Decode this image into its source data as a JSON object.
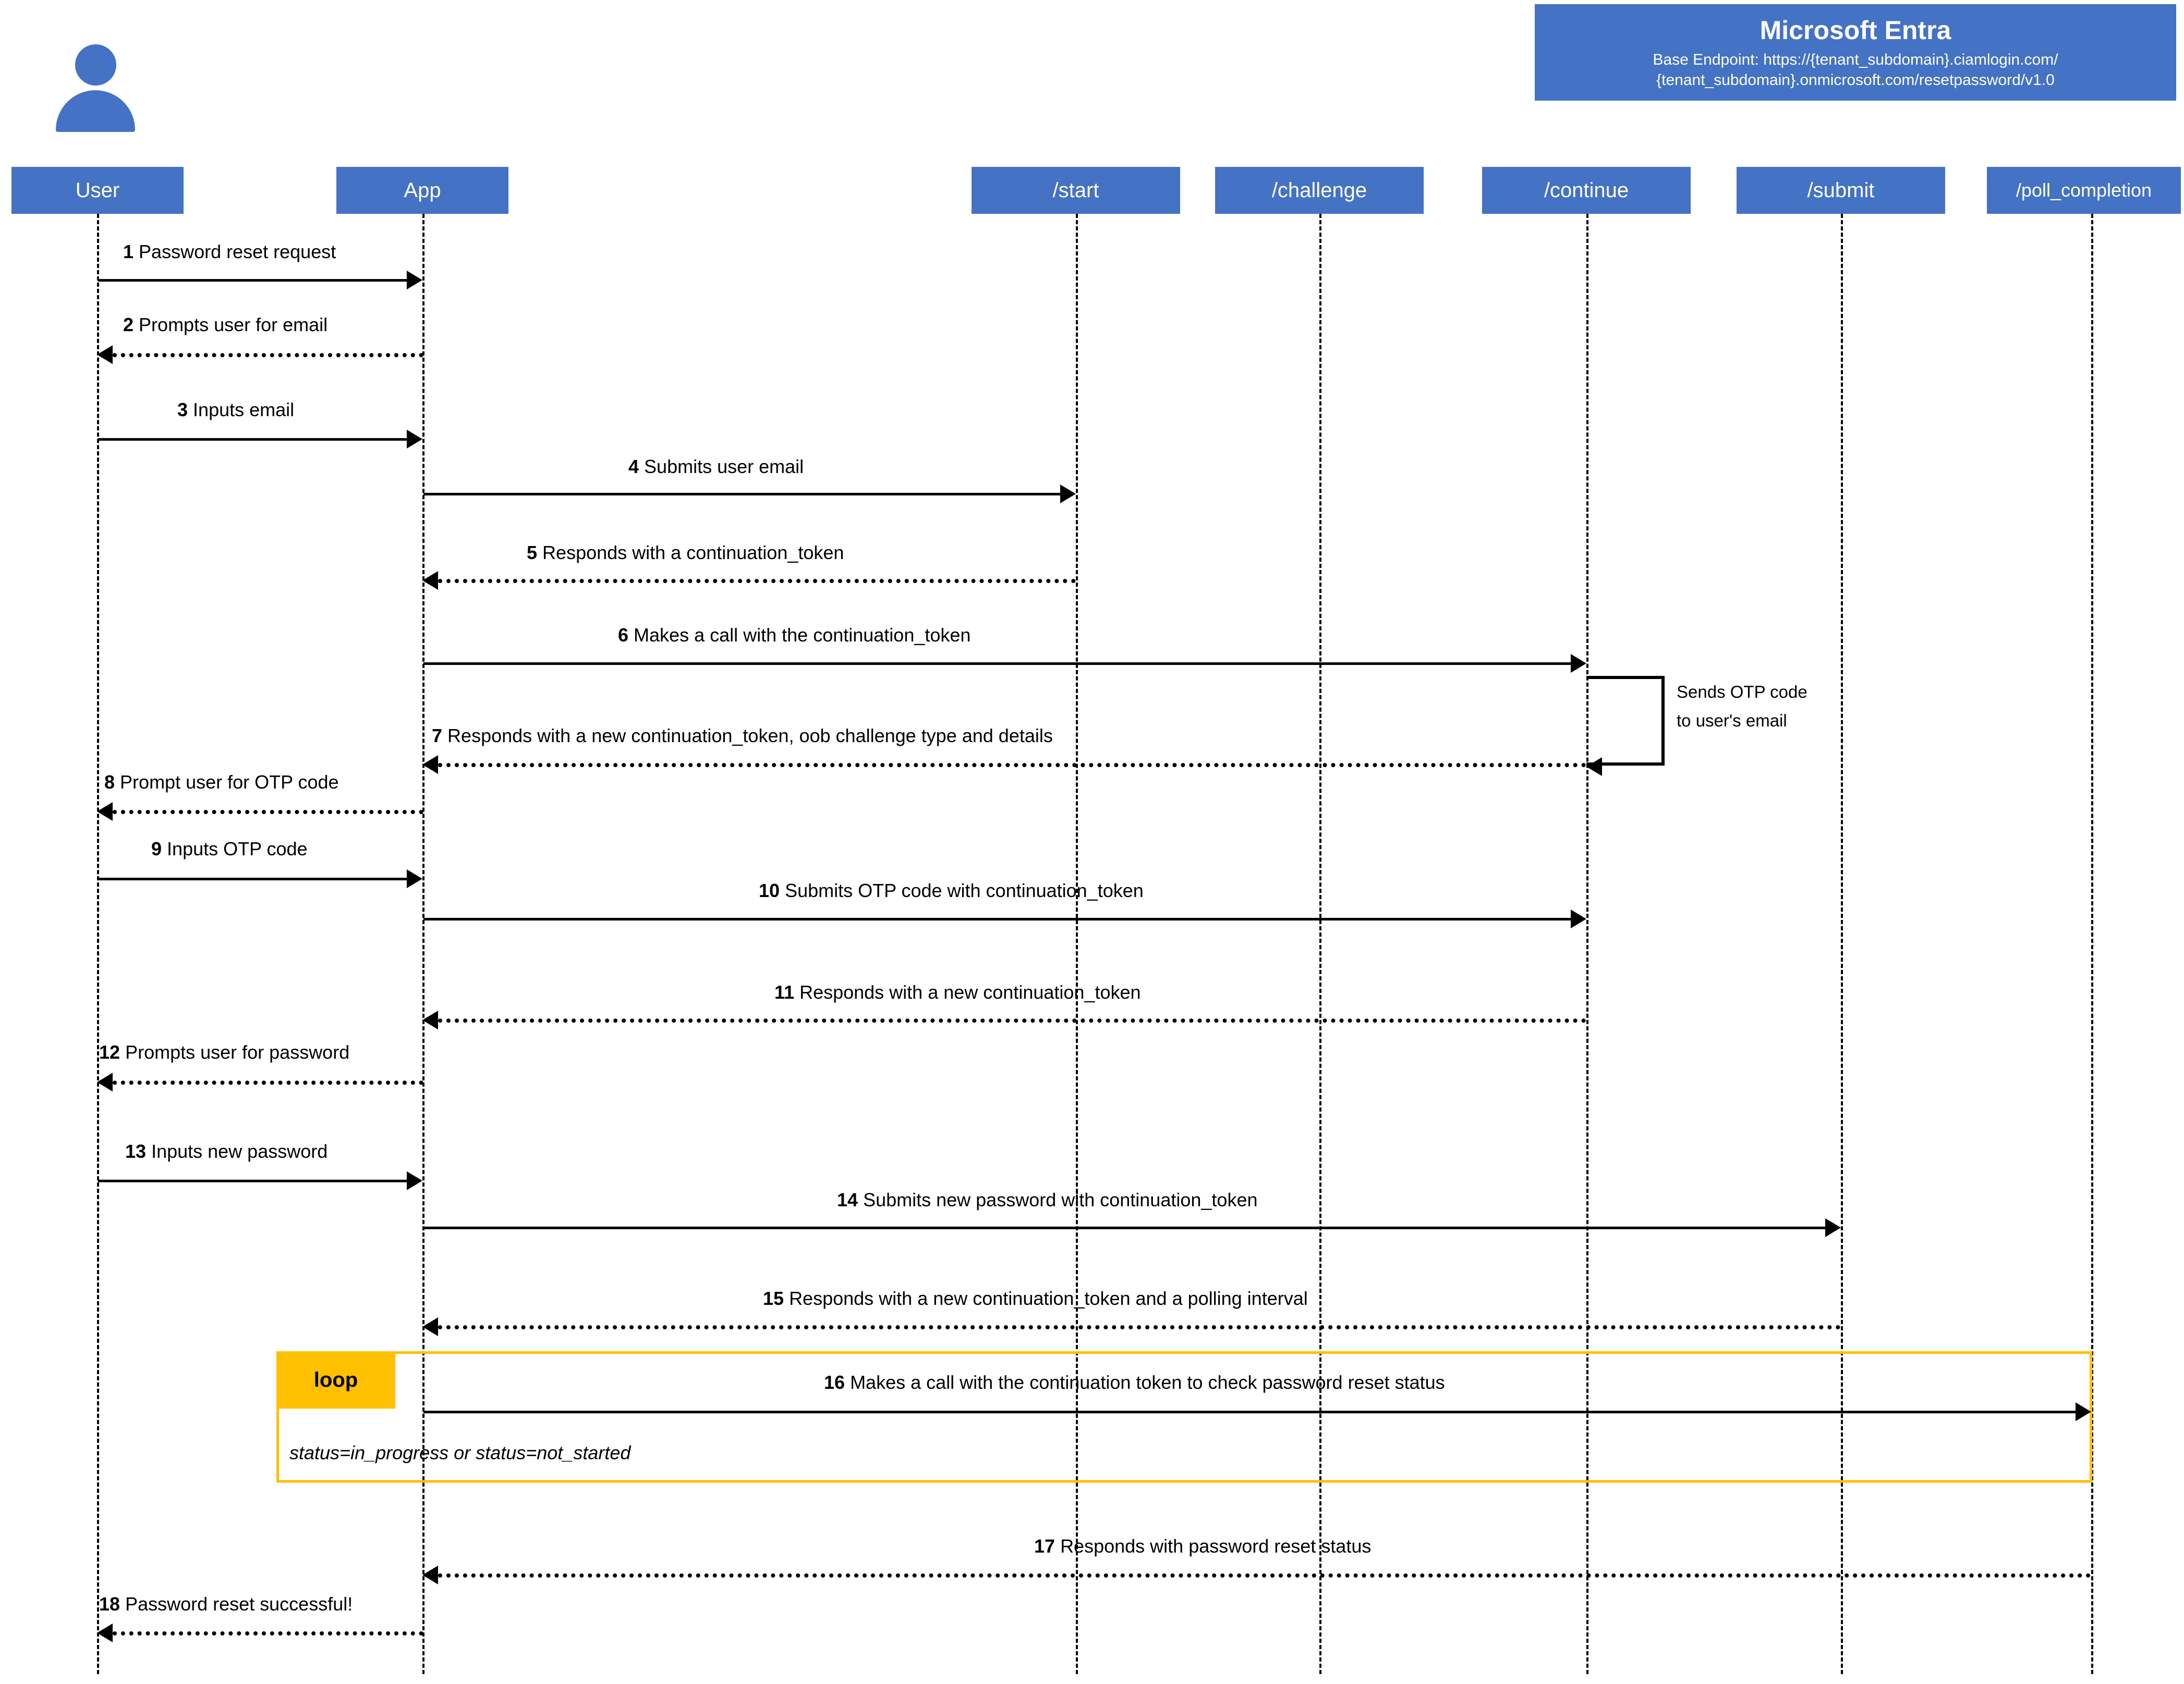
{
  "diagram": {
    "title": "Microsoft Entra password reset native authentication sequence",
    "colors": {
      "participant_blue": "#4472C4",
      "loop_orange": "#FFC000",
      "line_black": "#000000",
      "background": "#FFFFFF"
    }
  },
  "system_box": {
    "title": "Microsoft Entra",
    "subtitle_line1": "Base Endpoint: https://{tenant_subdomain}.ciamlogin.com/",
    "subtitle_line2": "{tenant_subdomain}.onmicrosoft.com/resetpassword/v1.0"
  },
  "actor": {
    "icon": "user-person-icon",
    "label": "User"
  },
  "participants": [
    {
      "id": "user",
      "label": "User"
    },
    {
      "id": "app",
      "label": "App"
    },
    {
      "id": "start",
      "label": "/start"
    },
    {
      "id": "challenge",
      "label": "/challenge"
    },
    {
      "id": "continue",
      "label": "/continue"
    },
    {
      "id": "submit",
      "label": "/submit"
    },
    {
      "id": "poll_completion",
      "label": "/poll_completion"
    }
  ],
  "messages": [
    {
      "num": "1",
      "text": "Password reset request",
      "from": "user",
      "to": "app",
      "style": "solid"
    },
    {
      "num": "2",
      "text": "Prompts user for email",
      "from": "app",
      "to": "user",
      "style": "dashed"
    },
    {
      "num": "3",
      "text": "Inputs email",
      "from": "user",
      "to": "app",
      "style": "solid"
    },
    {
      "num": "4",
      "text": "Submits user email",
      "from": "app",
      "to": "start",
      "style": "solid"
    },
    {
      "num": "5",
      "text": "Responds with a continuation_token",
      "from": "start",
      "to": "app",
      "style": "dashed"
    },
    {
      "num": "6",
      "text": "Makes a call with the continuation_token",
      "from": "app",
      "to": "continue",
      "style": "solid"
    },
    {
      "num": "7",
      "text": "Responds with a new continuation_token, oob challenge type and details",
      "from": "continue",
      "to": "app",
      "style": "dashed"
    },
    {
      "num": "8",
      "text": "Prompt user for OTP code",
      "from": "app",
      "to": "user",
      "style": "dashed"
    },
    {
      "num": "9",
      "text": "Inputs OTP code",
      "from": "user",
      "to": "app",
      "style": "solid"
    },
    {
      "num": "10",
      "text": "Submits OTP code with continuation_token",
      "from": "app",
      "to": "continue",
      "style": "solid"
    },
    {
      "num": "11",
      "text": "Responds with a new continuation_token",
      "from": "continue",
      "to": "app",
      "style": "dashed"
    },
    {
      "num": "12",
      "text": "Prompts user for password",
      "from": "app",
      "to": "user",
      "style": "dashed"
    },
    {
      "num": "13",
      "text": "Inputs new password",
      "from": "user",
      "to": "app",
      "style": "solid"
    },
    {
      "num": "14",
      "text": "Submits new password with continuation_token",
      "from": "app",
      "to": "submit",
      "style": "solid"
    },
    {
      "num": "15",
      "text": "Responds with a new continuation_token and a polling interval",
      "from": "submit",
      "to": "app",
      "style": "dashed"
    },
    {
      "num": "16",
      "text": "Makes a call with the continuation token to check password reset status",
      "from": "app",
      "to": "poll_completion",
      "style": "solid"
    },
    {
      "num": "17",
      "text": "Responds with password reset status",
      "from": "poll_completion",
      "to": "app",
      "style": "dashed"
    },
    {
      "num": "18",
      "text": "Password reset successful!",
      "from": "app",
      "to": "user",
      "style": "dashed"
    }
  ],
  "self_note": {
    "on": "challenge",
    "line1": "Sends OTP code",
    "line2": "to user's email"
  },
  "loop_fragment": {
    "label": "loop",
    "condition": "status=in_progress or status=not_started"
  }
}
